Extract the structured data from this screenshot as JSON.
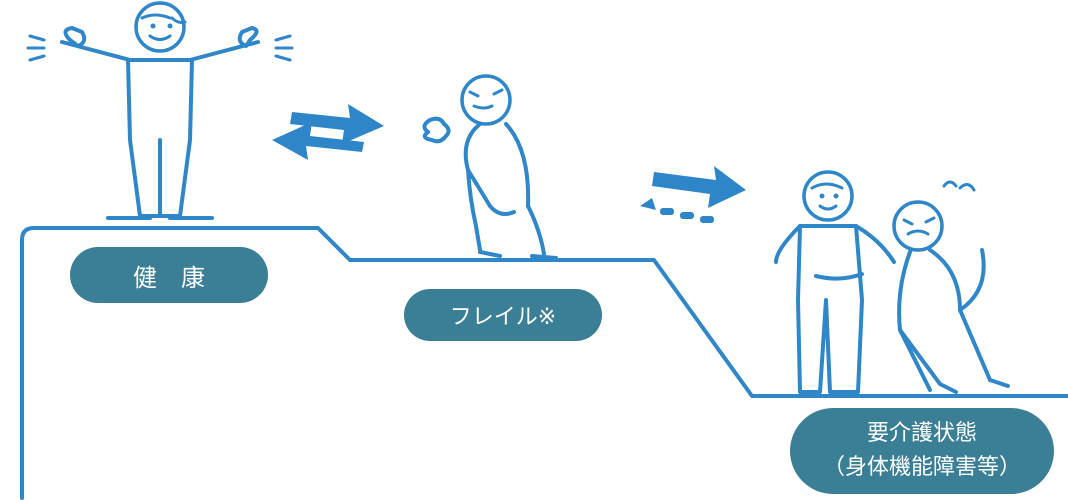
{
  "stages": {
    "healthy": {
      "label": "健　康"
    },
    "frail": {
      "label": "フレイル※"
    },
    "care": {
      "label_line1": "要介護状態",
      "label_line2": "（身体機能障害等）"
    }
  },
  "colors": {
    "line": "#2f86c8",
    "arrow": "#2e86c9",
    "pill": "#3a7f96",
    "text": "#ffffff"
  },
  "icons": [
    "healthy-person-icon",
    "frail-person-icon",
    "caregiver-icon",
    "care-recipient-icon",
    "two-way-arrow-icon",
    "decline-arrow-icon",
    "recovery-arrow-icon"
  ]
}
